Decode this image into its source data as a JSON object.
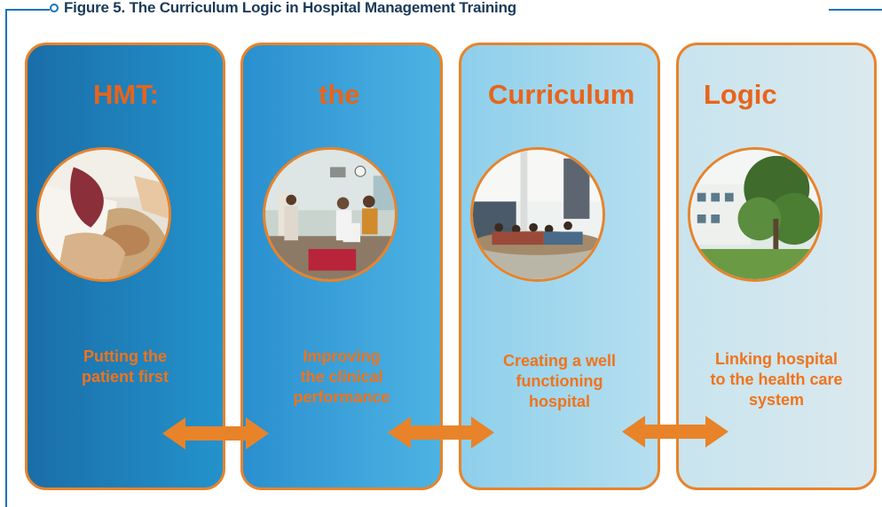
{
  "figure_title": "Figure 5. The Curriculum Logic in Hospital Management Training",
  "colors": {
    "accent": "#e8832a",
    "frame": "#1a73b8",
    "heading": "#e8641a",
    "caption": "#f0731c"
  },
  "panels": [
    {
      "heading": "HMT:",
      "caption_lines": [
        "Putting the",
        "patient first"
      ],
      "photo": "patient-care-photo"
    },
    {
      "heading": "the",
      "caption_lines": [
        "Improving",
        "the clinical",
        "performance"
      ],
      "photo": "clinic-room-photo"
    },
    {
      "heading": "Curriculum",
      "caption_lines": [
        "Creating a well",
        "functioning",
        "hospital"
      ],
      "photo": "hospital-waiting-area-photo"
    },
    {
      "heading": "Logic",
      "caption_lines": [
        "Linking hospital",
        "to the health care",
        "system"
      ],
      "photo": "hospital-building-photo"
    }
  ],
  "connectors": [
    "double-arrow-icon",
    "double-arrow-icon",
    "double-arrow-icon"
  ]
}
